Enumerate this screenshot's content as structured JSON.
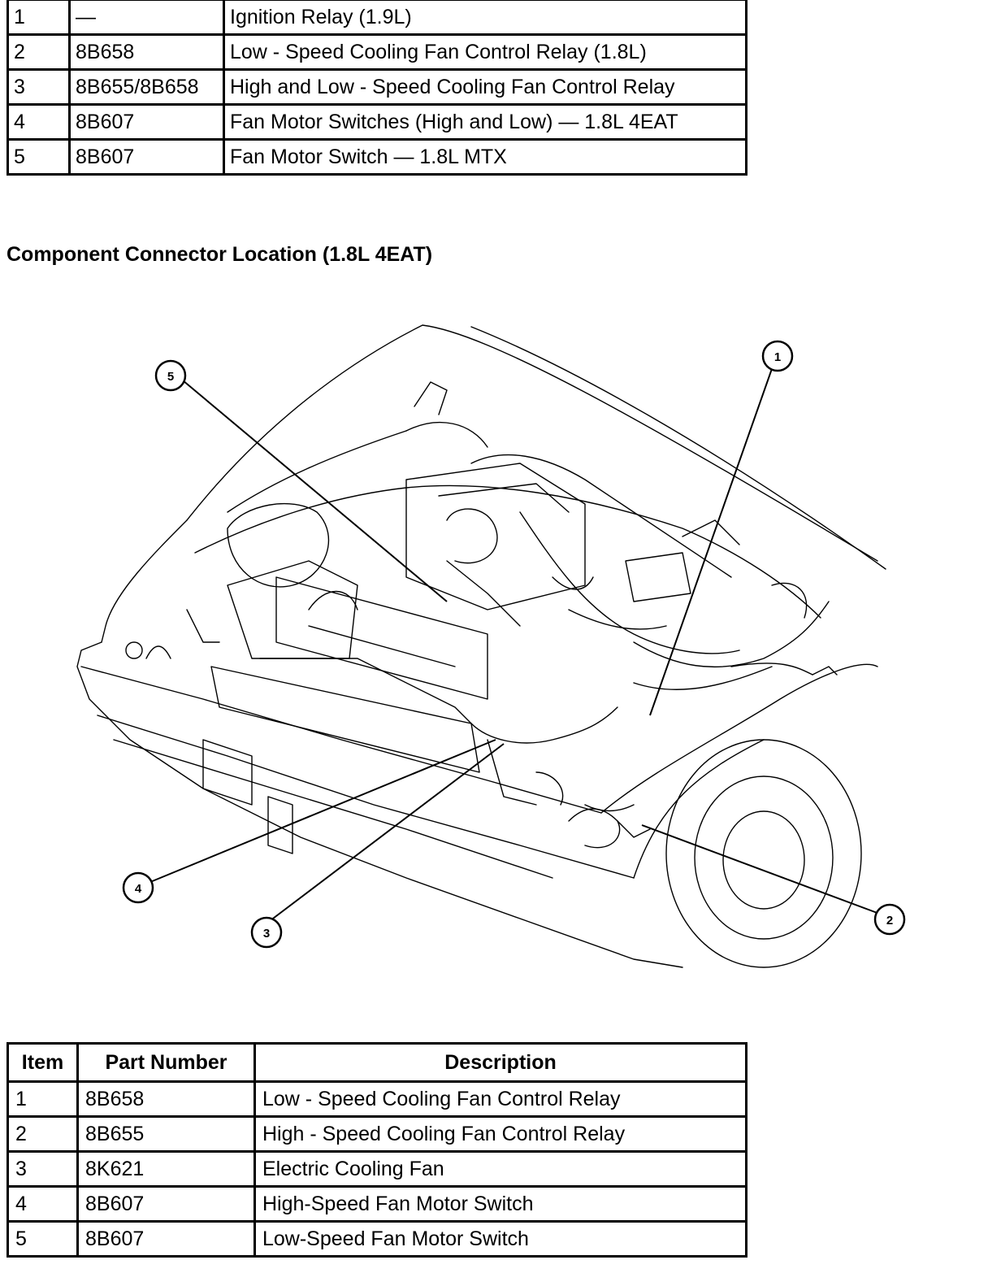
{
  "top_table": {
    "rows": [
      {
        "item": "1",
        "part": "—",
        "description": "Ignition Relay (1.9L)"
      },
      {
        "item": "2",
        "part": "8B658",
        "description": "Low - Speed Cooling Fan Control Relay (1.8L)"
      },
      {
        "item": "3",
        "part": "8B655/8B658",
        "description": "High and Low - Speed Cooling Fan Control Relay"
      },
      {
        "item": "4",
        "part": "8B607",
        "description": "Fan Motor Switches (High and Low) — 1.8L 4EAT"
      },
      {
        "item": "5",
        "part": "8B607",
        "description": "Fan Motor Switch — 1.8L MTX"
      }
    ]
  },
  "section_heading": "Component Connector Location (1.8L 4EAT)",
  "diagram": {
    "callouts": [
      "1",
      "2",
      "3",
      "4",
      "5"
    ]
  },
  "bottom_table": {
    "headers": {
      "item": "Item",
      "part": "Part Number",
      "description": "Description"
    },
    "rows": [
      {
        "item": "1",
        "part": "8B658",
        "description": "Low - Speed Cooling Fan Control Relay"
      },
      {
        "item": "2",
        "part": "8B655",
        "description": "High - Speed Cooling Fan Control Relay"
      },
      {
        "item": "3",
        "part": "8K621",
        "description": "Electric Cooling Fan"
      },
      {
        "item": "4",
        "part": "8B607",
        "description": "High-Speed Fan Motor Switch"
      },
      {
        "item": "5",
        "part": "8B607",
        "description": "Low-Speed Fan Motor Switch"
      }
    ]
  }
}
